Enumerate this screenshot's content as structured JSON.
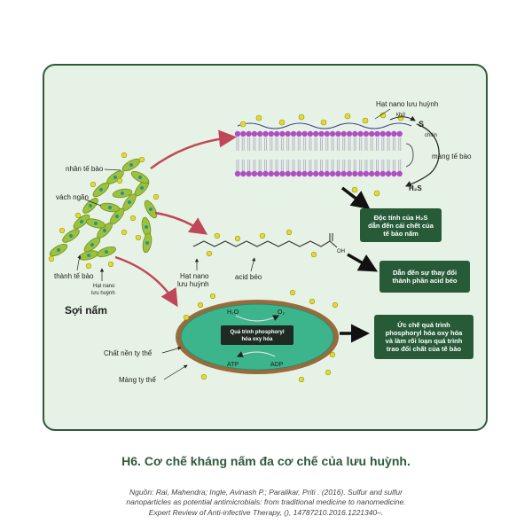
{
  "labels": {
    "nano_top": "Hạt nano lưu huỳnh",
    "khu": "khử",
    "s": "S",
    "chitin": "chitin",
    "mang_te_bao": "màng tế bào",
    "h2s": "H₂S",
    "nhan_te_bao": "nhân tế bào",
    "vach_ngan": "vách ngăn",
    "thanh_te_bao": "thành tế bào",
    "nano_small_1": "Hạt nano",
    "nano_small_2": "lưu huỳnh",
    "soi_nam": "Sợi nấm",
    "nano_mid_1": "Hạt nano",
    "nano_mid_2": "lưu huỳnh",
    "acid_beo": "acid béo",
    "oh": "OH",
    "chat_nen": "Chất nền ty thể",
    "mang_ty_the": "Màng ty thể",
    "h2o": "H₂O",
    "o2": "O₂",
    "atp": "ATP",
    "adp": "ADP",
    "qt_1": "Quá trình phosphoryl",
    "qt_2": "hóa oxy hóa"
  },
  "boxes": {
    "box1_l1": "Độc tính của H₂S",
    "box1_l2": "dẫn đến cái chết của",
    "box1_l3": "tế bào nấm",
    "box2_l1": "Dẫn đến sự thay đổi",
    "box2_l2": "thành phần acid béo",
    "box3_l1": "Ức chế quá trình",
    "box3_l2": "phosphoryl hóa oxy hóa",
    "box3_l3": "và làm rối loạn quá trình",
    "box3_l4": "trao đổi chất của tế bào"
  },
  "caption": "H6. Cơ chế kháng nấm đa cơ chế của lưu huỳnh.",
  "source_l1": "Nguồn: Rai, Mahendra; Ingle, Avinash P.; Paralikar, Priti . (2016). Sulfur and sulfur",
  "source_l2": "nanoparticles as potential antimicrobials: from traditional medicine to nanomedicine.",
  "source_l3": "Expert Review of Anti-infective Therapy, (), 14787210.2016.1221340–.",
  "colors": {
    "panel_bg": "#e6f2e5",
    "panel_border": "#2f5a3b",
    "box_bg": "#275b38",
    "membrane_head": "#b04fc4",
    "nanoparticle": "#e3dc2a",
    "hyphae": "#9cc23a",
    "mito_outer": "#9a6a3a",
    "mito_inner": "#3cb48c",
    "arrow_red": "#c0475a"
  }
}
